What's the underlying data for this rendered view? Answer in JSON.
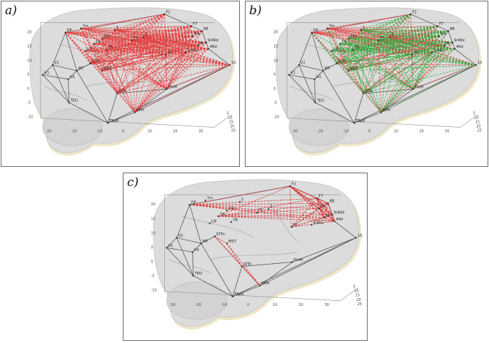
{
  "panels": [
    {
      "id": "a",
      "label": "a)",
      "edge_color": "#e23b3b"
    },
    {
      "id": "b",
      "label": "b)",
      "edge_color": "#2fa83a"
    },
    {
      "id": "c",
      "label": "c)",
      "edge_color": "#d63030"
    }
  ],
  "areas": [
    "DP",
    "V1",
    "V2",
    "V4",
    "MT",
    "TEO",
    "TEpd",
    "STPc",
    "STPi",
    "STPr",
    "ProM",
    "24c",
    "F1",
    "F2",
    "F5",
    "F7",
    "8B",
    "8l",
    "8m",
    "46d",
    "9/46d",
    "9/46v",
    "10",
    "2",
    "5",
    "7A",
    "7B",
    "7m",
    "LIP",
    "MST"
  ],
  "axis_ticks": {
    "y": [
      "20",
      "15",
      "10",
      "5",
      "0",
      "-5",
      "-10"
    ],
    "x": [
      "-30",
      "-20",
      "-10",
      "0",
      "10",
      "20",
      "30"
    ],
    "z": [
      "5",
      "10",
      "15",
      "20",
      "25"
    ]
  },
  "colors": {
    "brain_fill": "#dcdcdc",
    "brain_halo": "#efe6c8",
    "scaffold": "#555555",
    "inter_edge_b": "#2fa83a",
    "intra_edge": "#e23b3b"
  }
}
